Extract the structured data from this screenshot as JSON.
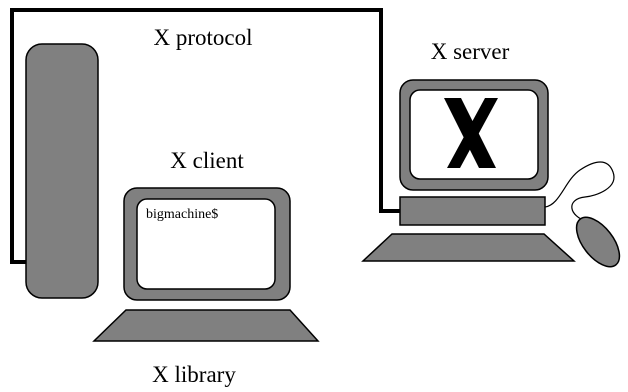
{
  "labels": {
    "protocol": "X protocol",
    "server": "X server",
    "client": "X client",
    "library": "X library",
    "prompt": "bigmachine$"
  },
  "icons": [
    "x-logo-icon",
    "mouse-icon",
    "tower-case-icon",
    "monitor-icon",
    "keyboard-icon"
  ],
  "colors": {
    "device_fill": "#808080",
    "screen_fill": "#ffffff",
    "outline": "#000000",
    "background": "#ffffff"
  }
}
